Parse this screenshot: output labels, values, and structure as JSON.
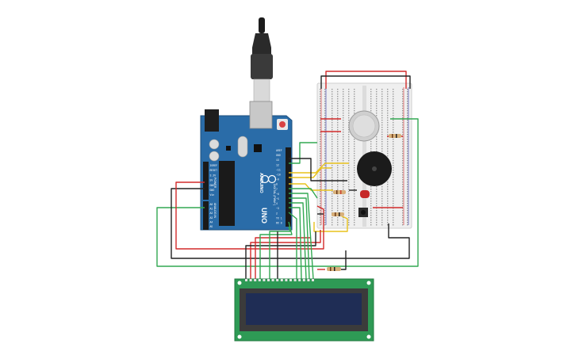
{
  "arduino": {
    "brand": "ARDUINO",
    "model": "UNO",
    "header_digital": "DIGITAL (PWM~)",
    "header_power": "POWER",
    "header_analog": "ANALOG IN",
    "power_pins": [
      "IOREF",
      "RESET",
      "3.3V",
      "5V",
      "GND",
      "GND",
      "Vin"
    ],
    "analog_pins": [
      "A0",
      "A1",
      "A2",
      "A3",
      "A4",
      "A5"
    ],
    "digital_pins": [
      "AREF",
      "GND",
      "13",
      "12",
      "~11",
      "~10",
      "~9",
      "8",
      "7",
      "~6",
      "~5",
      "4",
      "~3",
      "2",
      "TX 1",
      "RX 0"
    ]
  },
  "colors": {
    "board": "#2a6ca8",
    "breadboard": "#efefef",
    "lcd_pcb": "#2e9a55",
    "lcd_screen": "#1f2d55",
    "wire_red": "#d22b2b",
    "wire_black": "#222222",
    "wire_green": "#32a852",
    "wire_yellow": "#e8c21c"
  }
}
